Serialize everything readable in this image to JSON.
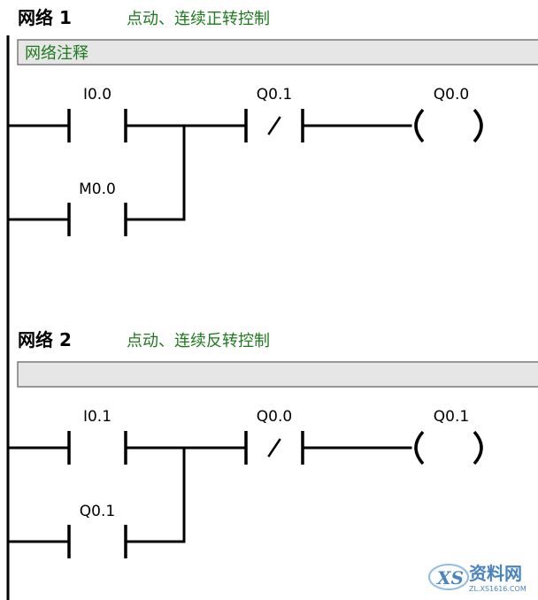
{
  "networks": [
    {
      "label": "网络 1",
      "title": "点动、连续正转控制",
      "comment": "网络注释",
      "contact1": "I0.0",
      "contact_parallel": "M0.0",
      "contact_nc": "Q0.1",
      "coil": "Q0.0"
    },
    {
      "label": "网络 2",
      "title": "点动、连续反转控制",
      "comment": "",
      "contact1": "I0.1",
      "contact_parallel": "Q0.1",
      "contact_nc": "Q0.0",
      "coil": "Q0.1"
    }
  ],
  "watermark": {
    "text": "资料网",
    "url": "ZL.XS1616.COM",
    "logo": "XS"
  },
  "colors": {
    "title_green": "#1d7a1d",
    "comment_bg": "#e6e6e6",
    "watermark_blue": "#2b6fb5"
  }
}
